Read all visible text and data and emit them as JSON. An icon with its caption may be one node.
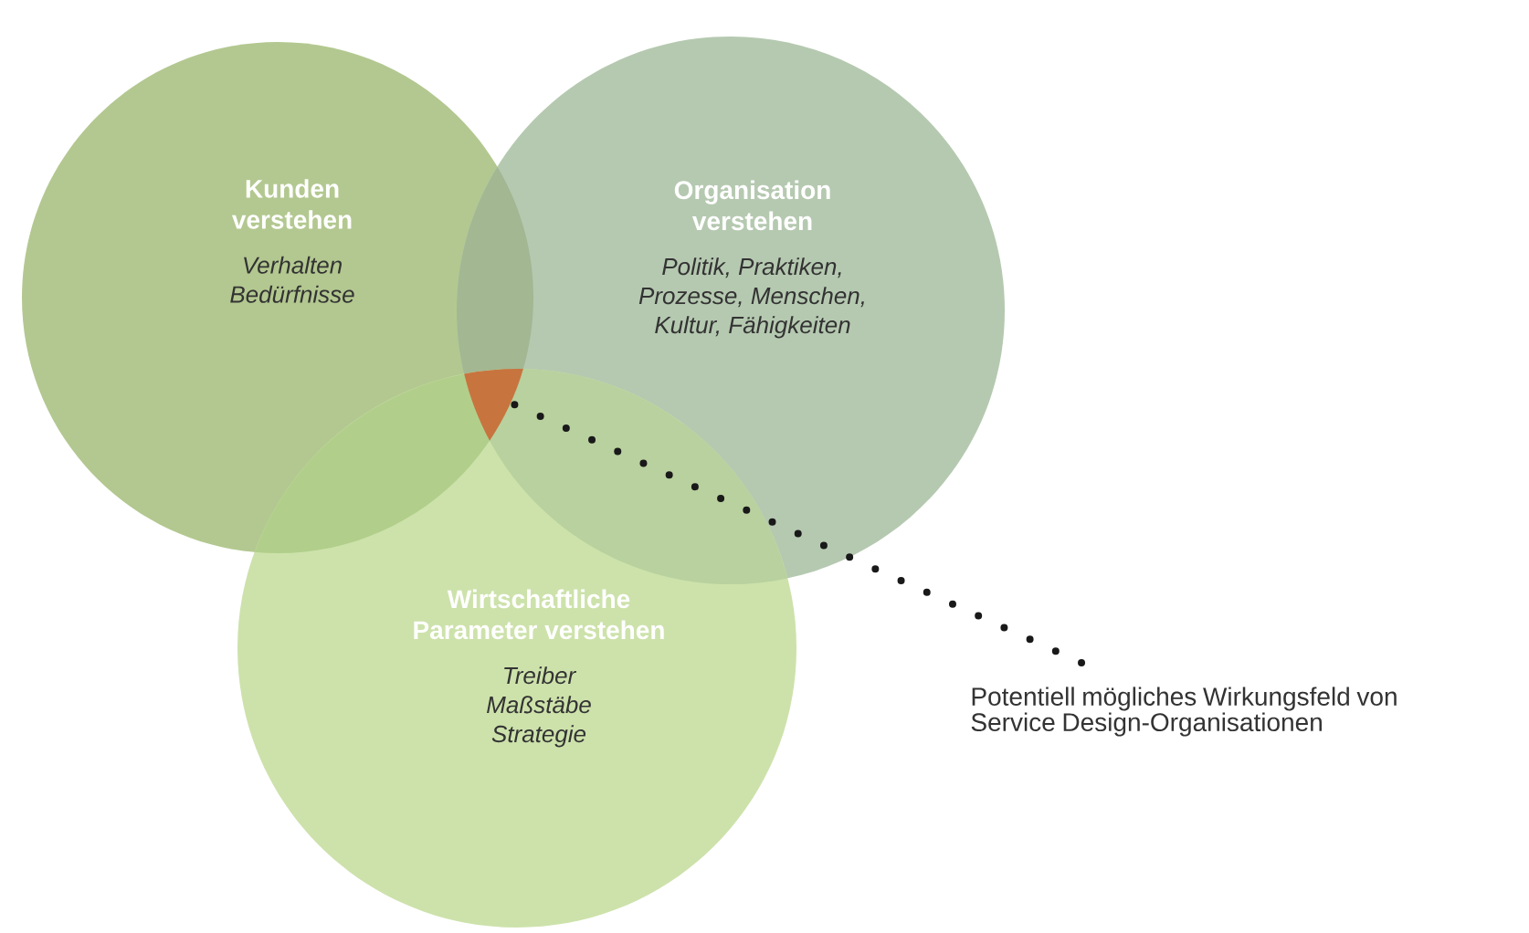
{
  "diagram": {
    "nodes": [
      {
        "text": [
          "Kunden verstehen",
          "Verhalten Bedürfnisse"
        ]
      },
      {
        "text": [
          "Organisation verstehen",
          "Politik, Praktiken, Prozesse, Menschen, Kultur, Fähigkeiten"
        ]
      },
      {
        "text": [
          "Wirtschaftliche Parameter verstehen",
          "Treiber Maßstäbe Strategie"
        ]
      },
      {
        "text": [],
        "shape": "triangle"
      },
      {
        "text": [
          "Potentiell mögliches Wirkungsfeld von Service Design-Organisationen"
        ]
      }
    ],
    "edges": [
      {
        "from": 4,
        "to": 3,
        "arrow": "none",
        "style": "dashed"
      }
    ]
  }
}
